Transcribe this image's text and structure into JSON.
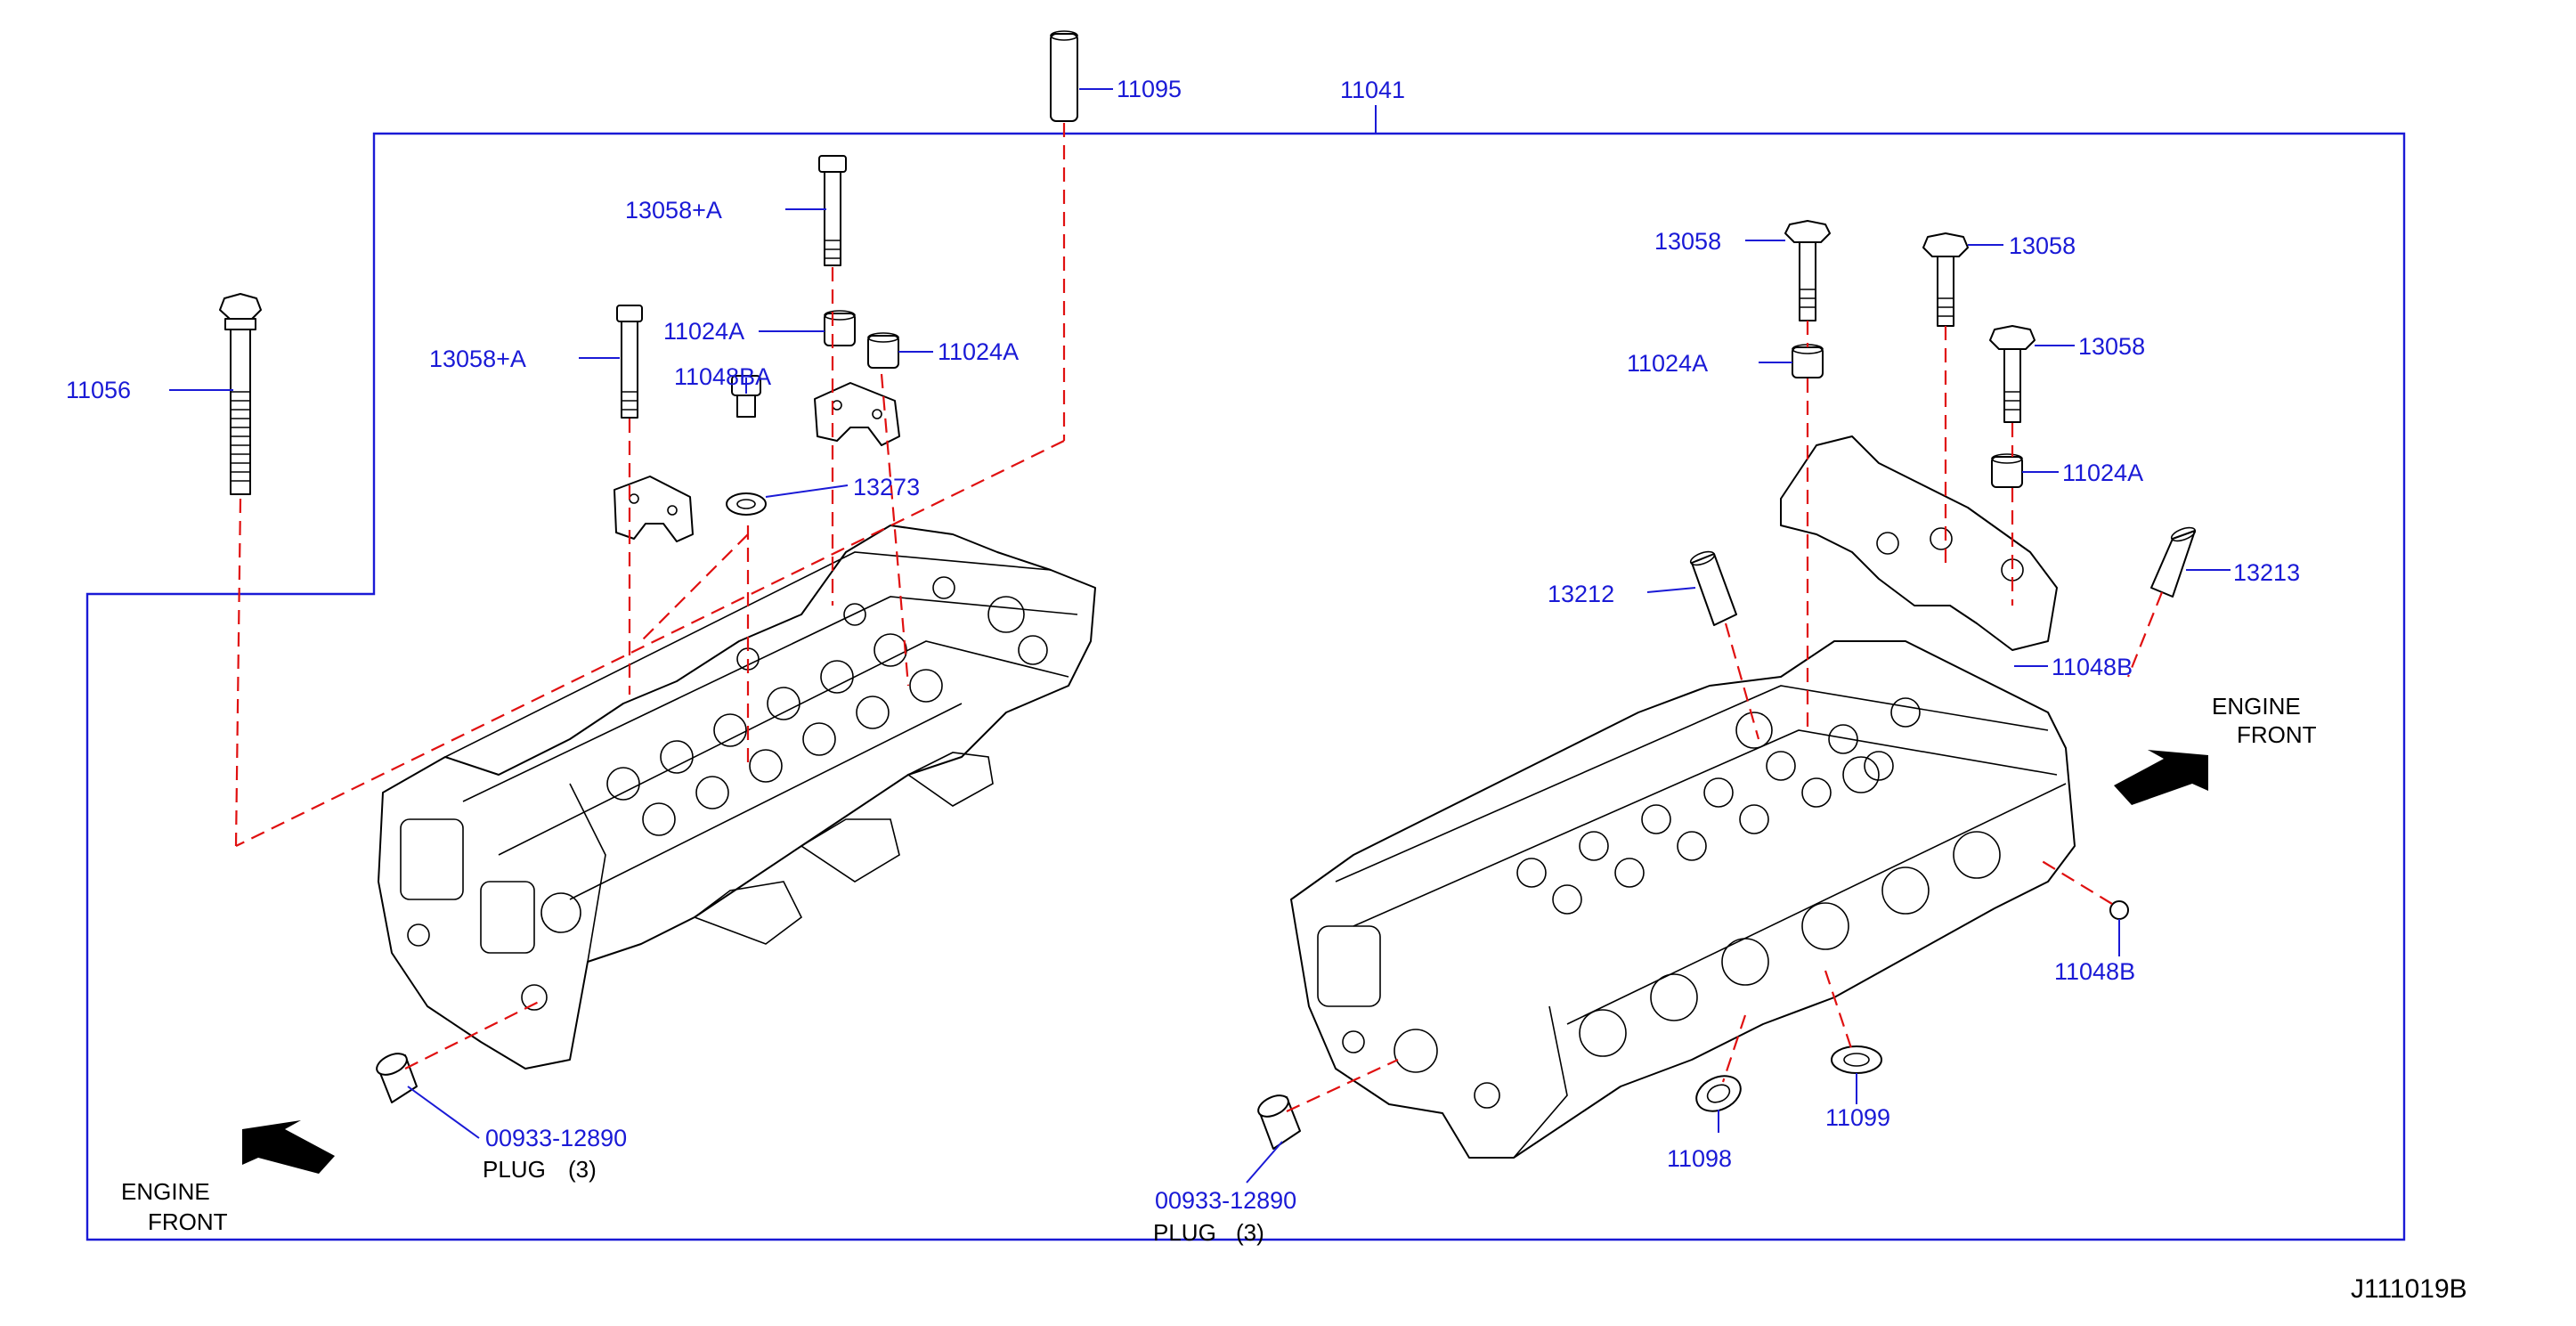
{
  "diagram_id": "J111019B",
  "frame_part": "11041",
  "labels": {
    "p11095": "11095",
    "p11041": "11041",
    "p11056": "11056",
    "p13058A_1": "13058+A",
    "p13058A_2": "13058+A",
    "p11024A_1": "11024A",
    "p11024A_2": "11024A",
    "p11048BA": "11048BA",
    "p13273": "13273",
    "p00933_left": "00933-12890",
    "p00933_right": "00933-12890",
    "p13058_1": "13058",
    "p13058_2": "13058",
    "p13058_3": "13058",
    "p11024A_3": "11024A",
    "p11024A_4": "11024A",
    "p13212": "13212",
    "p13213": "13213",
    "p11048B_top": "11048B",
    "p11048B_bottom": "11048B",
    "p11098": "11098",
    "p11099": "11099"
  },
  "notes": {
    "plug_left": "PLUG",
    "plug_left_qty": "(3)",
    "plug_right": "PLUG",
    "plug_right_qty": "(3)",
    "engine_left": "ENGINE",
    "front_left": "FRONT",
    "engine_right": "ENGINE",
    "front_right": "FRONT"
  },
  "colors": {
    "part_number": "#1a1ad6",
    "alignment_dash": "#e01010",
    "outline": "#000000"
  }
}
